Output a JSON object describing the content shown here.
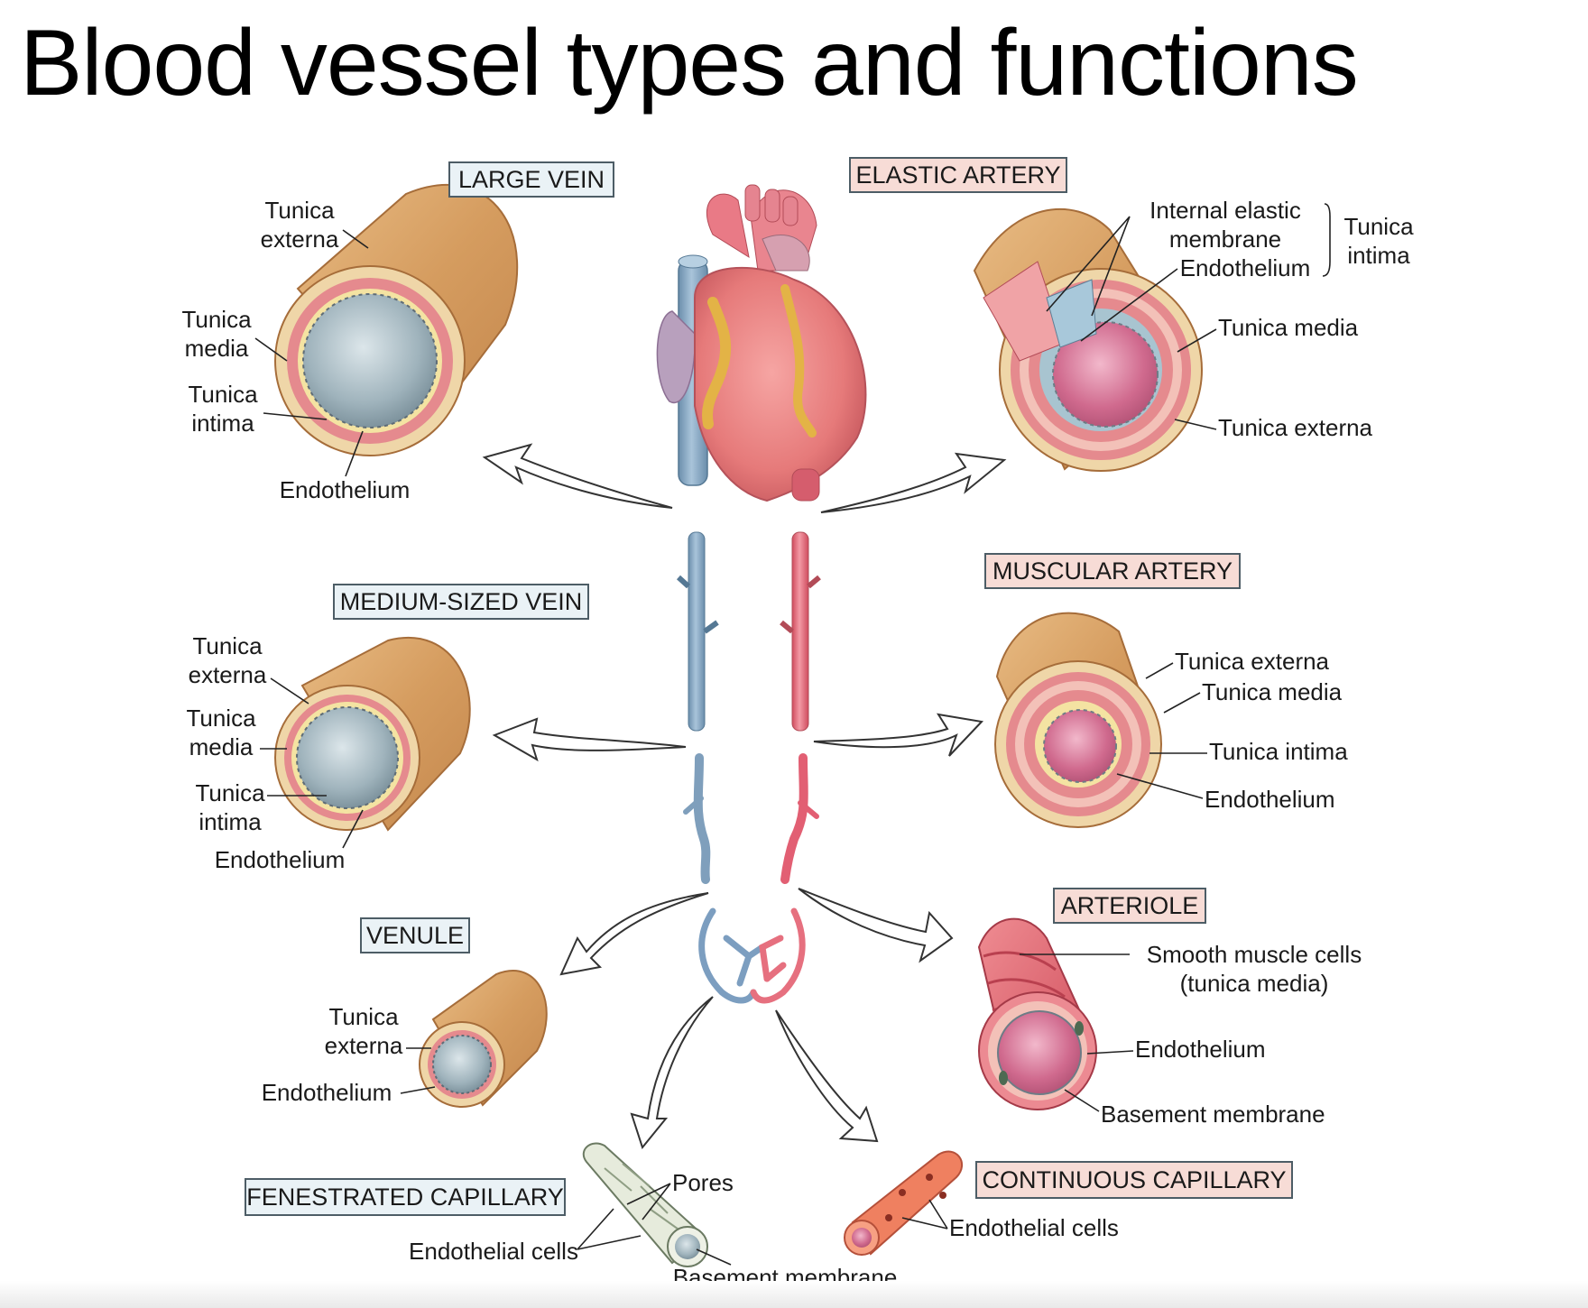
{
  "title": "Blood vessel types and functions",
  "vessels": {
    "large_vein": {
      "name": "LARGE VEIN",
      "labels": [
        "Tunica",
        "externa",
        "Tunica",
        "media",
        "Tunica",
        "intima",
        "Endothelium"
      ]
    },
    "elastic_artery": {
      "name": "ELASTIC ARTERY",
      "labels": [
        "Internal elastic",
        "membrane",
        "Endothelium",
        "Tunica",
        "intima",
        "Tunica media",
        "Tunica externa"
      ]
    },
    "medium_vein": {
      "name": "MEDIUM-SIZED VEIN",
      "labels": [
        "Tunica",
        "externa",
        "Tunica",
        "media",
        "Tunica",
        "intima",
        "Endothelium"
      ]
    },
    "muscular_artery": {
      "name": "MUSCULAR ARTERY",
      "labels": [
        "Tunica externa",
        "Tunica media",
        "Tunica intima",
        "Endothelium"
      ]
    },
    "venule": {
      "name": "VENULE",
      "labels": [
        "Tunica",
        "externa",
        "Endothelium"
      ]
    },
    "arteriole": {
      "name": "ARTERIOLE",
      "labels": [
        "Smooth muscle cells",
        "(tunica media)",
        "Endothelium",
        "Basement membrane"
      ]
    },
    "fenestrated_capillary": {
      "name": "FENESTRATED CAPILLARY",
      "labels": [
        "Pores",
        "Endothelial cells",
        "Basement membrane"
      ]
    },
    "continuous_capillary": {
      "name": "CONTINUOUS CAPILLARY",
      "labels": [
        "Endothelial cells"
      ]
    }
  },
  "colors": {
    "vein_box": "#eaf2f6",
    "artery_box": "#f7dcd6",
    "vein_blue": "#86a8c4",
    "artery_red": "#e2707e",
    "externa_tan": "#d7a166",
    "media_pink": "#e58a8e",
    "lumen_vein": "#8fa6b0",
    "lumen_artery": "#c2577a"
  }
}
